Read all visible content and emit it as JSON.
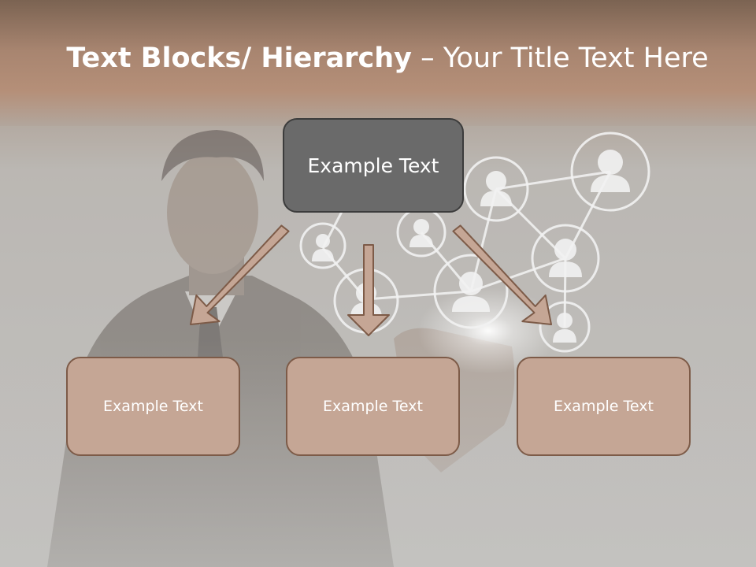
{
  "title": {
    "bold": "Text Blocks/ Hierarchy",
    "dash": " – ",
    "rest": "Your Title Text Here"
  },
  "top_box": {
    "label": "Example Text"
  },
  "child_boxes": [
    {
      "label": "Example Text"
    },
    {
      "label": "Example Text"
    },
    {
      "label": "Example Text"
    }
  ],
  "background": {
    "image": "man-with-social-network-icons"
  },
  "colors": {
    "top_box_fill": "#6a6a6a",
    "child_box_fill": "#c5a695",
    "arrow_fill": "#c5a695",
    "arrow_stroke": "#7d5b48"
  }
}
